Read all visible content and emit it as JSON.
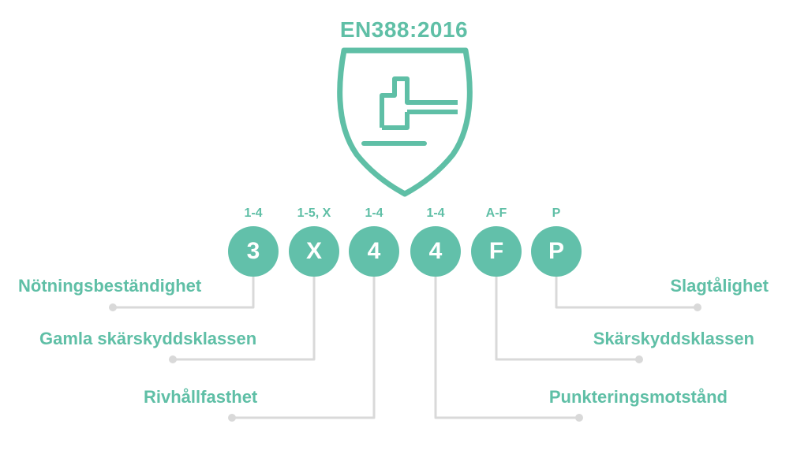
{
  "title": "EN388:2016",
  "accent_color": "#5fbfa6",
  "line_color": "#d9d9d9",
  "icon": "shield-with-hand-and-blade",
  "ratings": [
    {
      "range": "1-4",
      "value": "3",
      "label": "Nötningsbeständighet"
    },
    {
      "range": "1-5, X",
      "value": "X",
      "label": "Gamla skärskyddsklassen"
    },
    {
      "range": "1-4",
      "value": "4",
      "label": "Rivhållfasthet"
    },
    {
      "range": "1-4",
      "value": "4",
      "label": "Punkteringsmotstånd"
    },
    {
      "range": "A-F",
      "value": "F",
      "label": "Skärskyddsklassen"
    },
    {
      "range": "P",
      "value": "P",
      "label": "Slagtålighet"
    }
  ]
}
